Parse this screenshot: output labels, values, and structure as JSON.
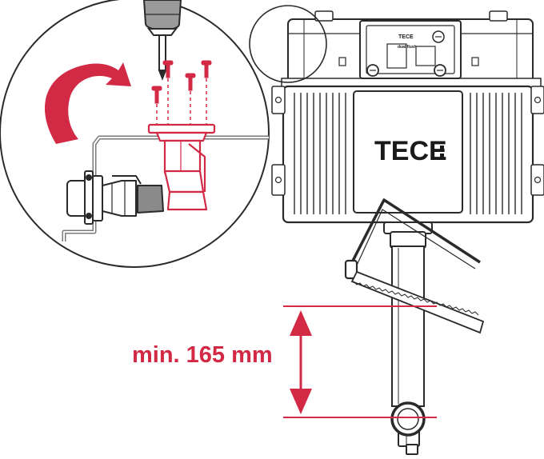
{
  "cistern": {
    "brand_label": "TECE",
    "panel_label": "TECE",
    "panel_sublabel": "dual flush"
  },
  "dimension": {
    "label": "min. 165 mm"
  },
  "colors": {
    "accent": "#d22945",
    "line": "#2a2a2a",
    "fill": "#ffffff"
  },
  "icons": [
    "rotation-arrow-icon",
    "screwdriver-icon",
    "screw-icon",
    "saw-icon",
    "dimension-arrow-icon"
  ]
}
